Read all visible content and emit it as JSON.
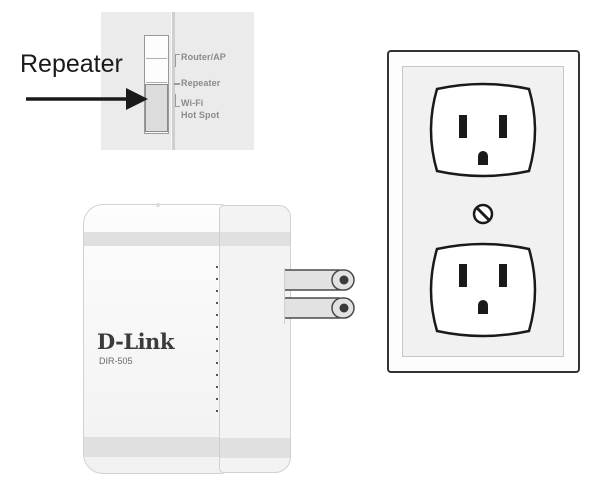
{
  "callout": {
    "label": "Repeater"
  },
  "switch_modes": [
    "Router/AP",
    "Repeater",
    "Wi-Fi",
    "Hot Spot"
  ],
  "switch_position": "Repeater",
  "adapter": {
    "brand": "D-Link",
    "model": "DIR-505"
  },
  "colors": {
    "ink": "#1a1a1a",
    "plate_outline": "#333333",
    "switch_panel": "#ebebeb",
    "label_grey": "#8a8a8a"
  },
  "icons": [
    "callout-arrow-icon",
    "power-plug-icon",
    "electrical-outlet-icon",
    "outlet-screw-icon"
  ]
}
